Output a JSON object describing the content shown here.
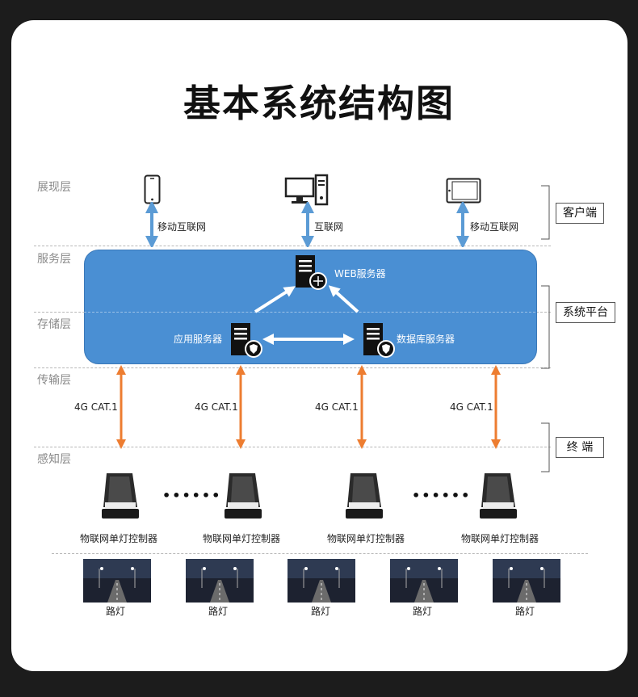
{
  "title": "基本系统结构图",
  "layers": [
    "展现层",
    "服务层",
    "存储层",
    "传输层",
    "感知层"
  ],
  "side_labels": [
    "客户端",
    "系统平台",
    "终 端"
  ],
  "client": {
    "mobile_label": "移动互联网",
    "pc_label": "互联网",
    "tablet_label": "移动互联网"
  },
  "servers": {
    "web": "WEB服务器",
    "app": "应用服务器",
    "db": "数据库服务器"
  },
  "links": [
    "4G CAT.1",
    "4G CAT.1",
    "4G CAT.1",
    "4G CAT.1"
  ],
  "controllers": [
    "物联网单灯控制器",
    "物联网单灯控制器",
    "物联网单灯控制器",
    "物联网单灯控制器"
  ],
  "ellipsis": [
    "••••••",
    "••••••"
  ],
  "lamps": [
    "路灯",
    "路灯",
    "路灯",
    "路灯",
    "路灯"
  ],
  "colors": {
    "platform": "#4a8fd3",
    "blue_arrow": "#5b9bd5",
    "orange_arrow": "#ed7d31"
  }
}
